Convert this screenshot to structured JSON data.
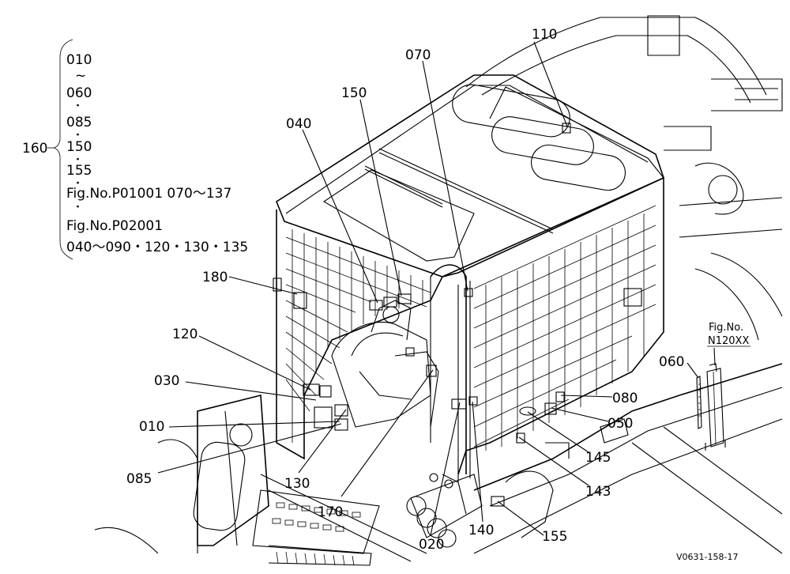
{
  "legend": {
    "main_label": "160",
    "items": [
      "010",
      "~",
      "060",
      "・",
      "085",
      "・",
      "150",
      "・",
      "155",
      "・",
      "Fig.No.P01001  070～137",
      "・",
      "Fig.No.P02001",
      "040～090・120・130・135"
    ]
  },
  "callouts": {
    "c110": "110",
    "c070": "070",
    "c150": "150",
    "c040": "040",
    "c180": "180",
    "c120": "120",
    "c030": "030",
    "c010": "010",
    "c085": "085",
    "c130": "130",
    "c170": "170",
    "c020": "020",
    "c140": "140",
    "c155": "155",
    "c143": "143",
    "c145": "145",
    "c050": "050",
    "c080": "080",
    "c060": "060"
  },
  "fig_ref": {
    "line1": "Fig.No.",
    "line2": "N120XX"
  },
  "drawing_id": "V0631-158-17"
}
